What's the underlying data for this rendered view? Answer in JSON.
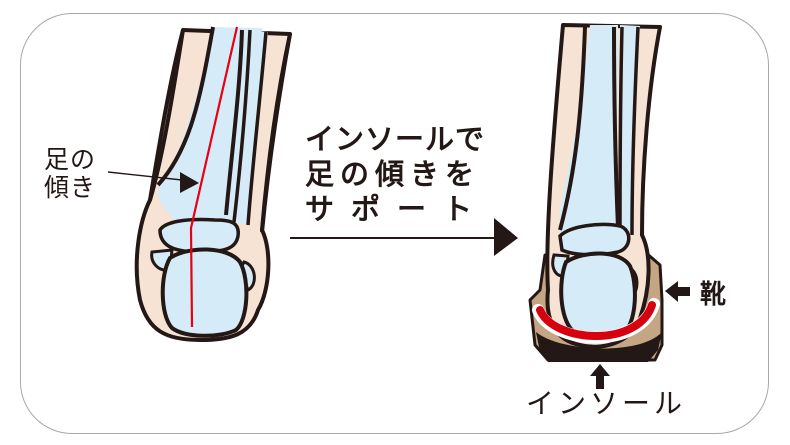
{
  "diagram": {
    "title": "インソールで足の傾きをサポート",
    "left_panel": {
      "label_tilt": [
        "足の",
        "傾き"
      ],
      "description": "Ankle bones tilted, red axis line bent"
    },
    "center": {
      "headline_lines": [
        "インソールで",
        "足の傾きを",
        "サポート"
      ],
      "arrow": "right-arrow"
    },
    "right_panel": {
      "label_shoe": "靴",
      "label_insole": "インソール",
      "description": "Ankle upright inside shoe with red insole"
    },
    "colors": {
      "skin": "#f6e3d3",
      "bone": "#d5ebf7",
      "outline": "#231815",
      "axis_line": "#e60012",
      "insole": "#d7000f",
      "shoe_side": "#c4a584",
      "shoe_sole": "#231815",
      "frame_border": "#a8a8a8"
    }
  }
}
